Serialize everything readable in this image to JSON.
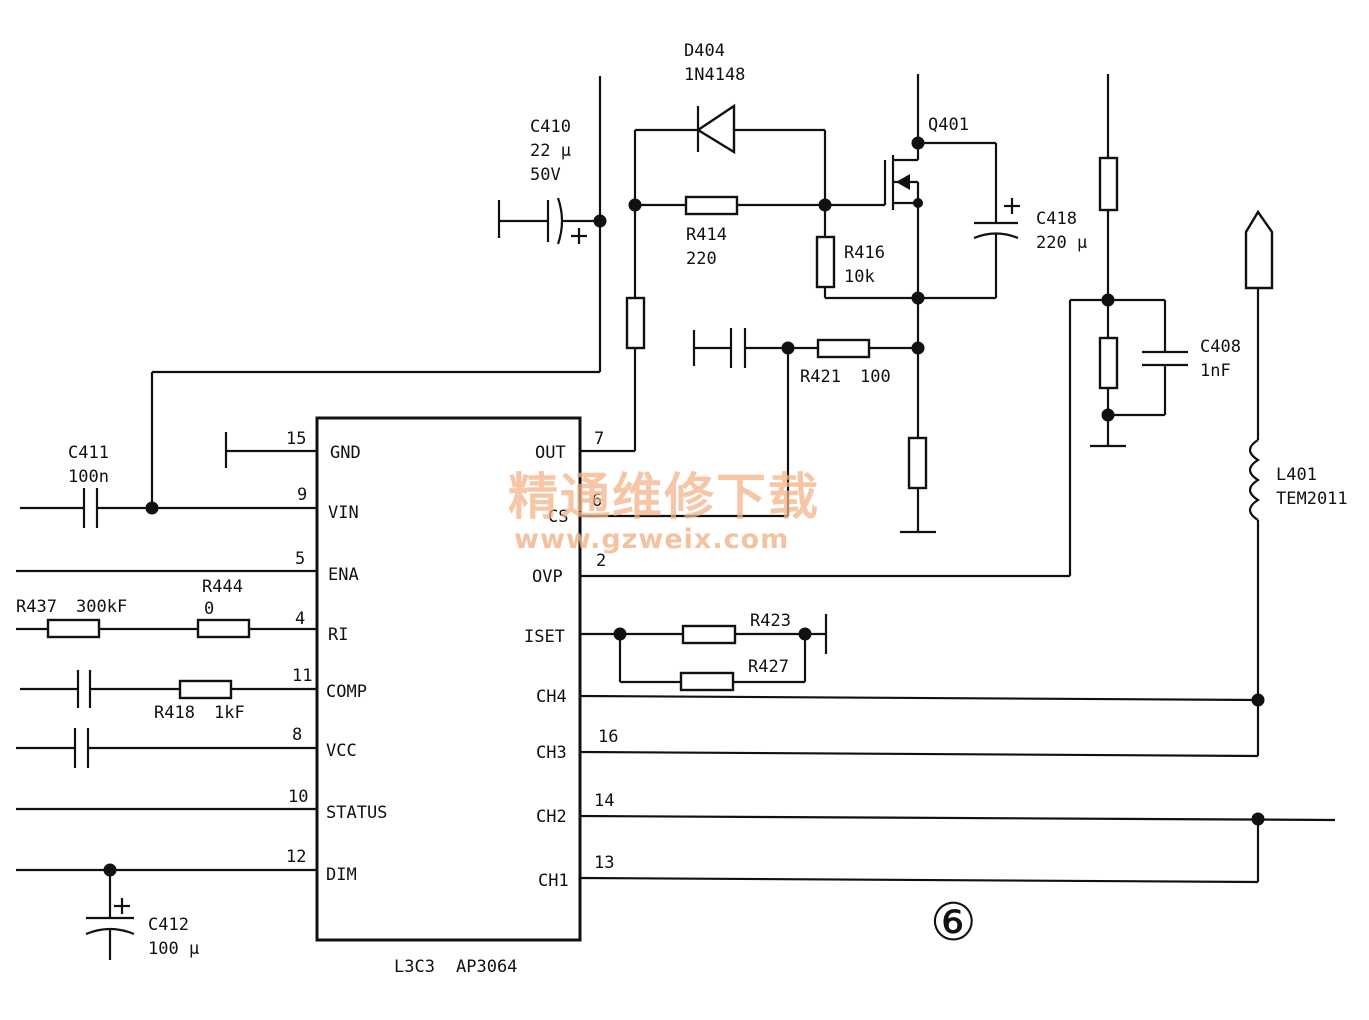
{
  "ic": {
    "ref": "L3C3",
    "part": "AP3064",
    "left_pins": [
      {
        "num": "15",
        "name": "GND"
      },
      {
        "num": "9",
        "name": "VIN"
      },
      {
        "num": "5",
        "name": "ENA"
      },
      {
        "num": "4",
        "name": "RI"
      },
      {
        "num": "11",
        "name": "COMP"
      },
      {
        "num": "8",
        "name": "VCC"
      },
      {
        "num": "10",
        "name": "STATUS"
      },
      {
        "num": "12",
        "name": "DIM"
      }
    ],
    "right_pins": [
      {
        "num": "7",
        "name": "OUT"
      },
      {
        "num": "6",
        "name": "CS"
      },
      {
        "num": "2",
        "name": "OVP"
      },
      {
        "num": "",
        "name": "ISET"
      },
      {
        "num": "",
        "name": "CH4"
      },
      {
        "num": "16",
        "name": "CH3"
      },
      {
        "num": "14",
        "name": "CH2"
      },
      {
        "num": "13",
        "name": "CH1"
      }
    ]
  },
  "components": {
    "d404": {
      "ref": "D404",
      "value": "1N4148"
    },
    "c410": {
      "ref": "C410",
      "value": "22 μ",
      "voltage": "50V"
    },
    "r414": {
      "ref": "R414",
      "value": "220"
    },
    "r416": {
      "ref": "R416",
      "value": "10k"
    },
    "q401": {
      "ref": "Q401"
    },
    "c418": {
      "ref": "C418",
      "value": "220 μ"
    },
    "r421": {
      "ref": "R421",
      "value": "100"
    },
    "c408": {
      "ref": "C408",
      "value": "1nF"
    },
    "l401": {
      "ref": "L401",
      "value": "TEM2011"
    },
    "c411": {
      "ref": "C411",
      "value": "100n"
    },
    "r437": {
      "ref": "R437",
      "value": "300kF"
    },
    "r444": {
      "ref": "R444",
      "value": "0"
    },
    "r418": {
      "ref": "R418",
      "value": "1kF"
    },
    "r423": {
      "ref": "R423"
    },
    "r427": {
      "ref": "R427"
    },
    "c412": {
      "ref": "C412",
      "value": "100 μ"
    }
  },
  "figure_number": "⑥",
  "watermark": {
    "title": "精通维修下载",
    "url": "www.gzweix.com"
  }
}
